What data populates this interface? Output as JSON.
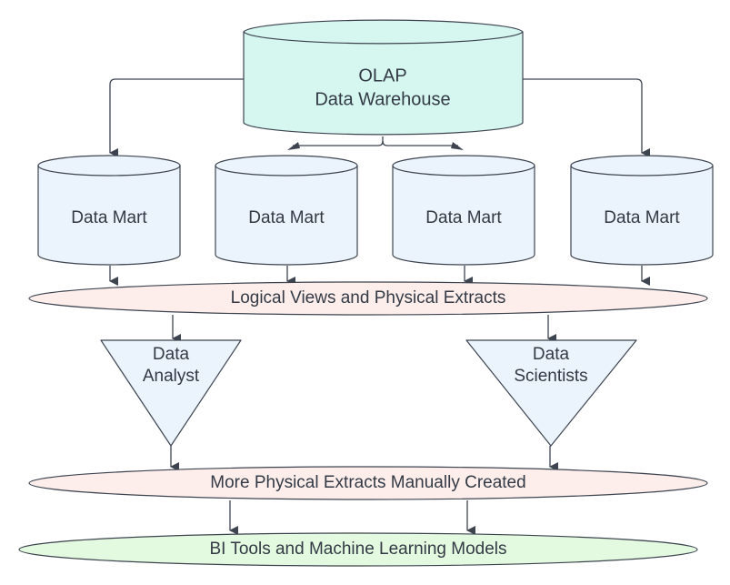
{
  "colors": {
    "warehouse_fill": "#d6f7f0",
    "mart_fill": "#ebf3fd",
    "extract_fill": "#fdeeec",
    "triangle_fill": "#ebf3fd",
    "tools_fill": "#e3fae0",
    "stroke": "#3d4450",
    "text": "#333a45"
  },
  "warehouse": {
    "line1": "OLAP",
    "line2": "Data Warehouse"
  },
  "data_marts": [
    {
      "label": "Data Mart"
    },
    {
      "label": "Data Mart"
    },
    {
      "label": "Data Mart"
    },
    {
      "label": "Data Mart"
    }
  ],
  "logical_views": {
    "label": "Logical Views and Physical Extracts"
  },
  "roles": [
    {
      "line1": "Data",
      "line2": "Analyst"
    },
    {
      "line1": "Data",
      "line2": "Scientists"
    }
  ],
  "manual_extracts": {
    "label": "More Physical Extracts Manually Created"
  },
  "bi_tools": {
    "label": "BI Tools and Machine Learning Models"
  }
}
